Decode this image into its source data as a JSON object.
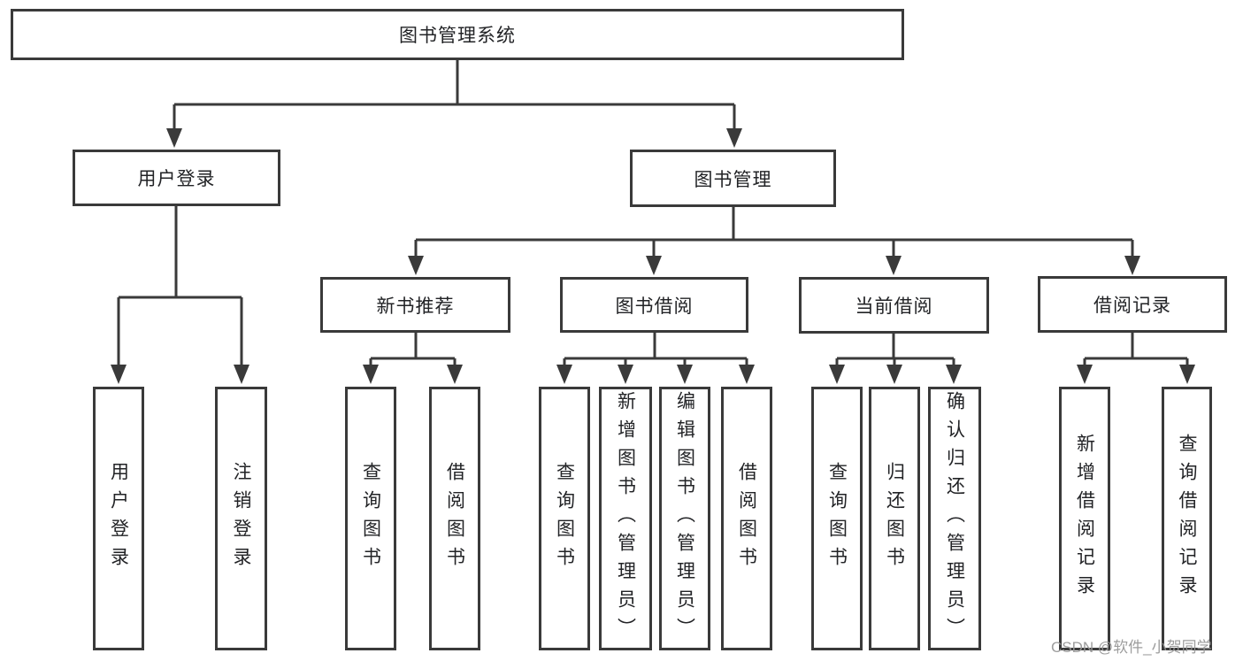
{
  "diagram_type": "hierarchy-structure-diagram",
  "colors": {
    "line": "#3a3a3a",
    "box_border": "#3a3a3a",
    "box_background": "#ffffff",
    "text": "#222326",
    "watermark": "#989898",
    "background": "#ffffff"
  },
  "tree": {
    "label": "图书管理系统",
    "children": [
      {
        "label": "用户登录",
        "children": [
          {
            "label": "用户登录"
          },
          {
            "label": "注销登录"
          }
        ]
      },
      {
        "label": "图书管理",
        "children": [
          {
            "label": "新书推荐",
            "children": [
              {
                "label": "查询图书"
              },
              {
                "label": "借阅图书"
              }
            ]
          },
          {
            "label": "图书借阅",
            "children": [
              {
                "label": "查询图书"
              },
              {
                "label": "新增图书（管理员）"
              },
              {
                "label": "编辑图书（管理员）"
              },
              {
                "label": "借阅图书"
              }
            ]
          },
          {
            "label": "当前借阅",
            "children": [
              {
                "label": "查询图书"
              },
              {
                "label": "归还图书"
              },
              {
                "label": "确认归还（管理员）"
              }
            ]
          },
          {
            "label": "借阅记录",
            "children": [
              {
                "label": "新增借阅记录"
              },
              {
                "label": "查询借阅记录"
              }
            ]
          }
        ]
      }
    ]
  },
  "watermark": {
    "text": "CSDN @软件_小贺同学"
  }
}
